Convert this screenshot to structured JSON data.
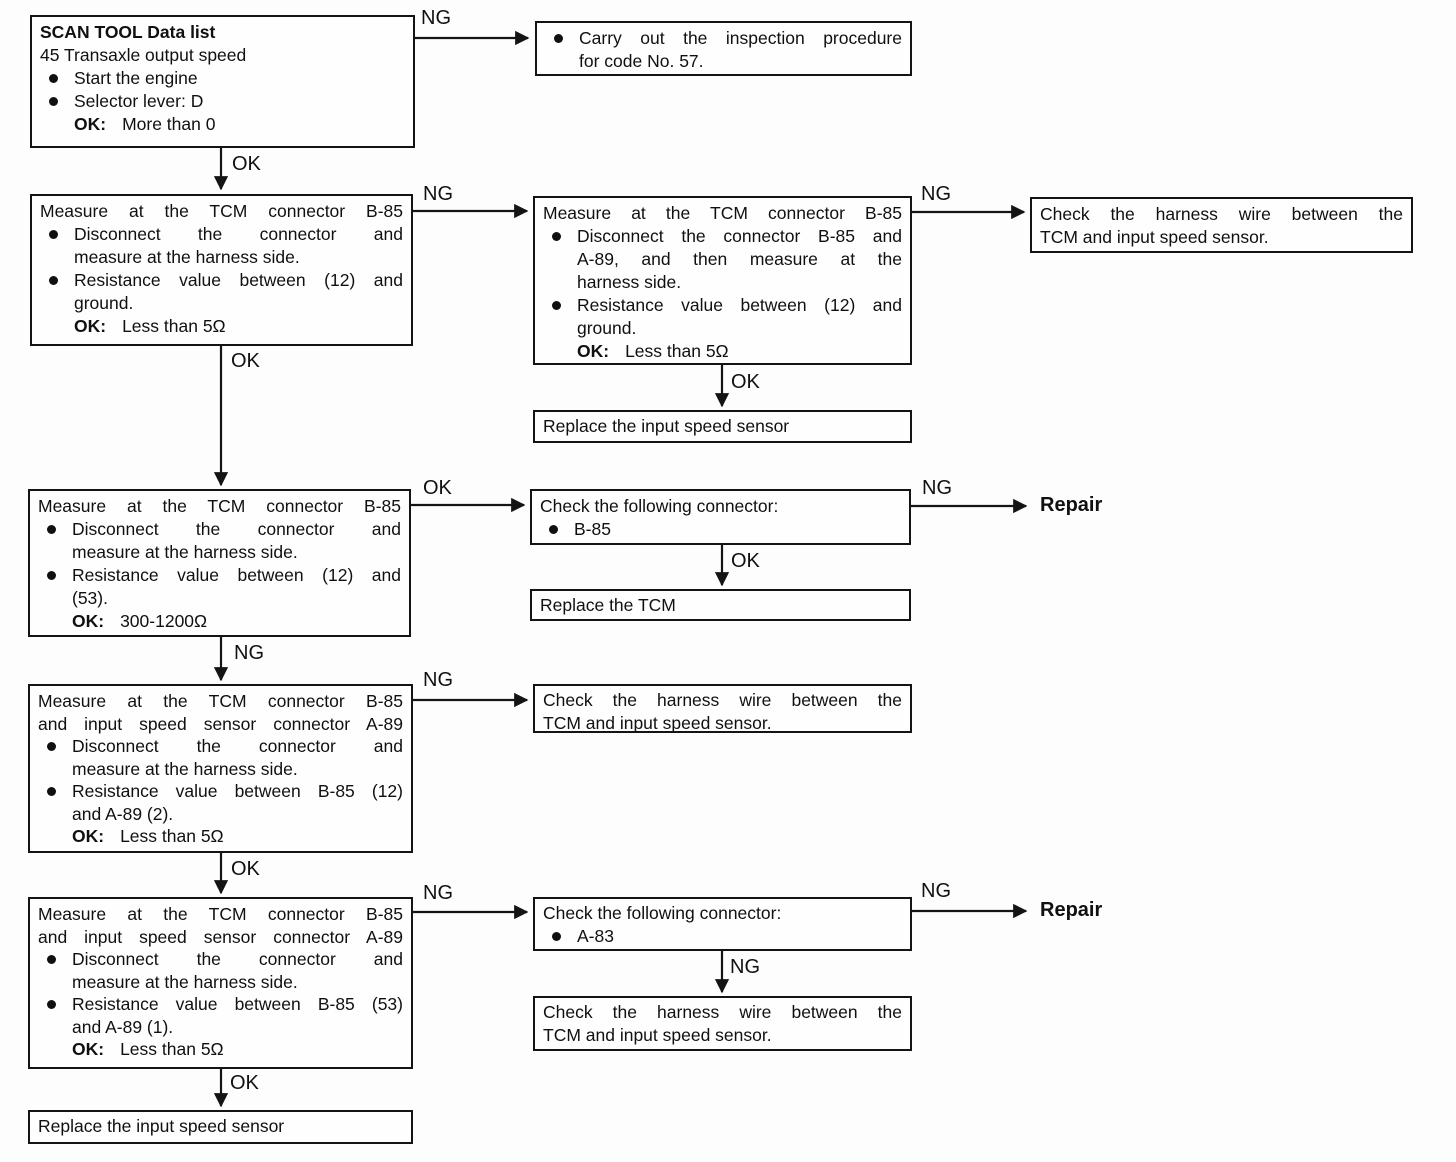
{
  "labels": {
    "ok": "OK",
    "ng": "NG",
    "repair": "Repair"
  },
  "boxes": {
    "l1": {
      "title": "SCAN TOOL Data list",
      "subtitle": "45 Transaxle output speed",
      "bullets": [
        "Start the engine",
        "Selector lever: D"
      ],
      "ok_prefix": "OK:",
      "ok_value": "More than 0"
    },
    "m1": {
      "bullet": [
        "Carry out the inspection procedure",
        "for code No. 57."
      ]
    },
    "l2": {
      "title": "Measure at the TCM connector B-85",
      "b1": [
        "Disconnect the connector and",
        "measure at the harness side."
      ],
      "b2": [
        "Resistance value between (12) and",
        "ground."
      ],
      "ok_prefix": "OK:",
      "ok_value": "Less than 5Ω"
    },
    "m2": {
      "title": "Measure at the TCM connector B-85",
      "b1": [
        "Disconnect the connector B-85 and",
        "A-89, and then measure at the",
        "harness side."
      ],
      "b2": [
        "Resistance value between (12) and",
        "ground."
      ],
      "ok_prefix": "OK:",
      "ok_value": "Less than 5Ω"
    },
    "r1": {
      "lines": [
        "Check the harness wire between the",
        "TCM and input speed sensor."
      ]
    },
    "m3": {
      "text": "Replace the input speed sensor"
    },
    "l3": {
      "title": "Measure at the TCM connector B-85",
      "b1": [
        "Disconnect the connector and",
        "measure at the harness side."
      ],
      "b2": [
        "Resistance value between (12) and",
        "(53)."
      ],
      "ok_prefix": "OK:",
      "ok_value": "300-1200Ω"
    },
    "m4": {
      "title": "Check the following connector:",
      "bullet": "B-85"
    },
    "m5": {
      "text": "Replace the TCM"
    },
    "l4": {
      "title": [
        "Measure at the TCM connector B-85",
        "and input speed sensor connector A-89"
      ],
      "b1": [
        "Disconnect the connector and",
        "measure at the harness side."
      ],
      "b2": [
        "Resistance value between B-85 (12)",
        "and A-89 (2)."
      ],
      "ok_prefix": "OK:",
      "ok_value": "Less than 5Ω"
    },
    "m6": {
      "lines": [
        "Check the harness wire between the",
        "TCM and input speed sensor."
      ]
    },
    "l5": {
      "title": [
        "Measure at the TCM connector B-85",
        "and input speed sensor connector A-89"
      ],
      "b1": [
        "Disconnect the connector and",
        "measure at the harness side."
      ],
      "b2": [
        "Resistance value between B-85 (53)",
        "and A-89 (1)."
      ],
      "ok_prefix": "OK:",
      "ok_value": "Less than 5Ω"
    },
    "m7": {
      "title": "Check the following connector:",
      "bullet": "A-83"
    },
    "m8": {
      "lines": [
        "Check the harness wire between the",
        "TCM and input speed sensor."
      ]
    },
    "l6": {
      "text": "Replace the input speed sensor"
    }
  }
}
